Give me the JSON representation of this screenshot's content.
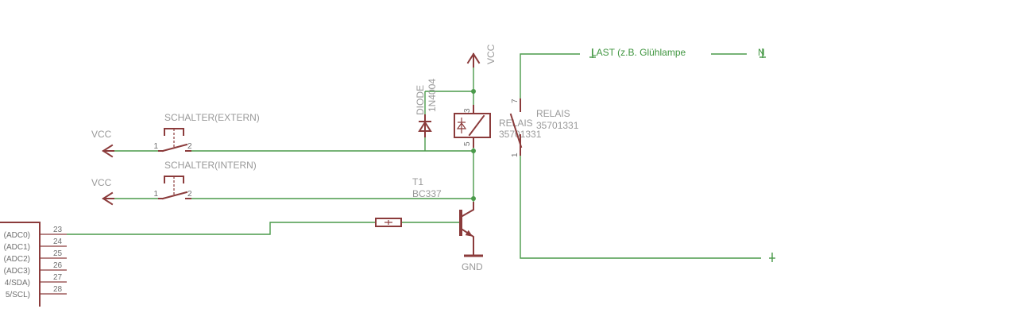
{
  "colors": {
    "background": "#ffffff",
    "wire": "#4a9a4a",
    "symbol": "#8b3b3b",
    "label": "#999999",
    "pin": "#6e6e6e",
    "load_text": "#3f953f"
  },
  "supply_top": {
    "label": "VCC"
  },
  "diode": {
    "name": "DIODE",
    "value": "1N4004"
  },
  "relay_coil": {
    "name": "RELAIS",
    "value": "35701331",
    "pin_top": "3",
    "pin_bottom": "5"
  },
  "relay_contact": {
    "name": "RELAIS",
    "value": "35701331",
    "pin_top": "7",
    "pin_bottom": "1"
  },
  "load": {
    "label": "LAST (z.B. Glühlampe",
    "neutral": "N"
  },
  "switch_extern": {
    "name": "SCHALTER(EXTERN)",
    "pin_left": "1",
    "pin_right": "2",
    "supply": "VCC"
  },
  "switch_intern": {
    "name": "SCHALTER(INTERN)",
    "pin_left": "1",
    "pin_right": "2",
    "supply": "VCC"
  },
  "transistor": {
    "name": "T1",
    "value": "BC337"
  },
  "ground": {
    "label": "GND"
  },
  "ic": {
    "pins": [
      {
        "number": "23",
        "label": "(ADC0)"
      },
      {
        "number": "24",
        "label": "(ADC1)"
      },
      {
        "number": "25",
        "label": "(ADC2)"
      },
      {
        "number": "26",
        "label": "(ADC3)"
      },
      {
        "number": "27",
        "label": "4/SDA)"
      },
      {
        "number": "28",
        "label": "5/SCL)"
      }
    ]
  }
}
